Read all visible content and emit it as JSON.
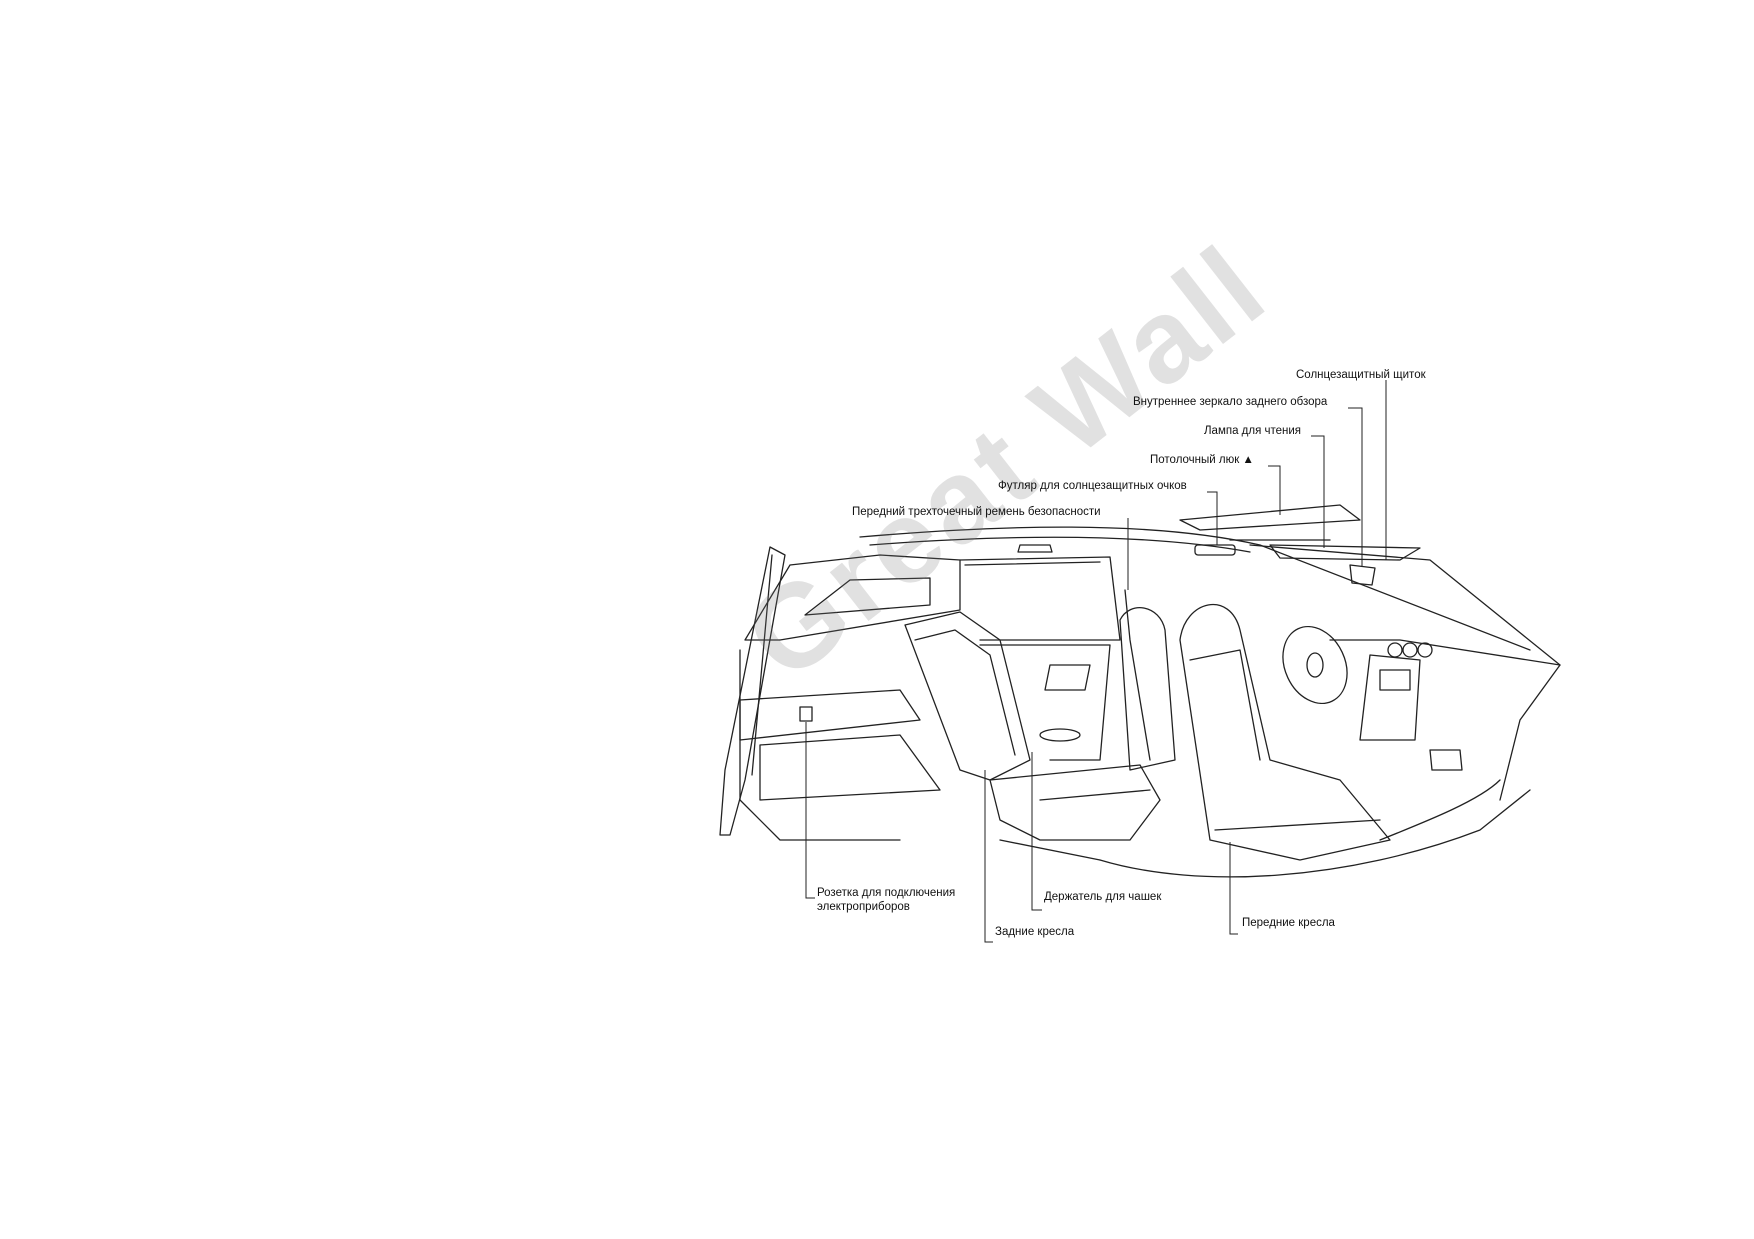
{
  "diagram": {
    "labels": {
      "sun_visor": "Солнцезащитный щиток",
      "interior_mirror": "Внутреннее зеркало заднего обзора",
      "reading_lamp": "Лампа для чтения",
      "sunroof": "Потолочный люк ▲",
      "glasses_case": "Футляр для солнцезащитных очков",
      "front_seatbelt": "Передний трехточечный ремень безопасности",
      "power_outlet": "Розетка для подключения электроприборов",
      "cup_holder": "Держатель для чашек",
      "rear_seats": "Задние кресла",
      "front_seats": "Передние кресла"
    },
    "watermark": "Great Wall"
  }
}
